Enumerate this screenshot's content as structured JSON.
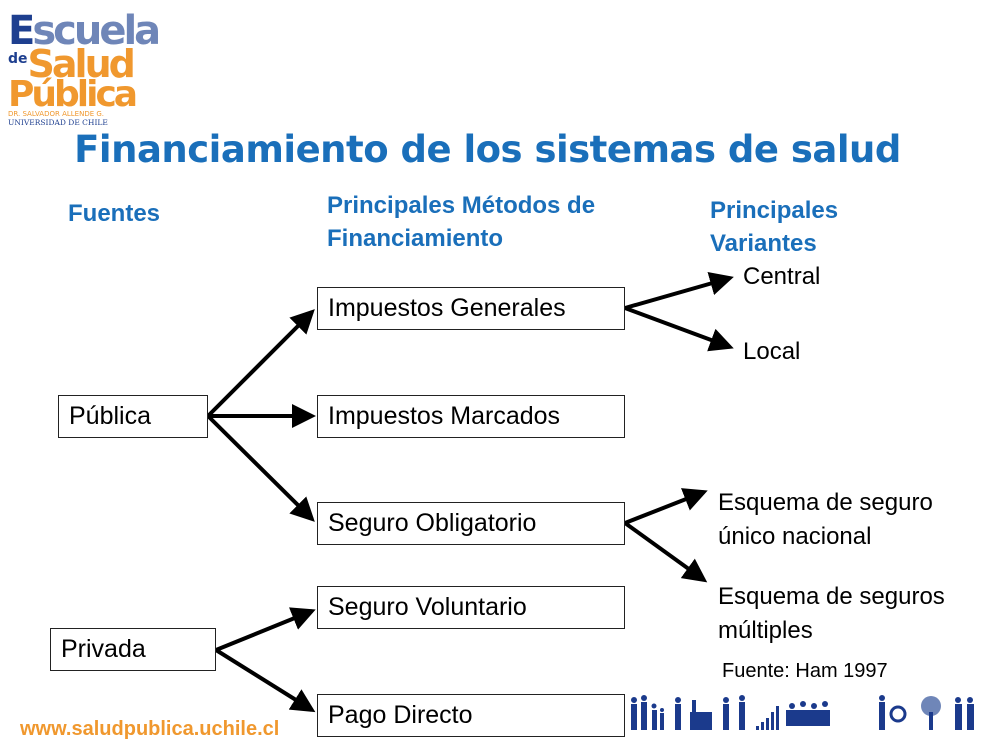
{
  "logo": {
    "line1a": "E",
    "line1b": "scuela",
    "line2a": "de",
    "line2b": "Salud",
    "line3": "Pública",
    "line4": "DR. SALVADOR ALLENDE G.",
    "line5": "UNIVERSIDAD DE CHILE"
  },
  "title": "Financiamiento de los sistemas de salud",
  "headers": {
    "sources": "Fuentes",
    "methods_line1": "Principales Métodos de",
    "methods_line2": "Financiamiento",
    "variants_line1": "Principales",
    "variants_line2": "Variantes"
  },
  "sources": [
    "Pública",
    "Privada"
  ],
  "methods": [
    "Impuestos Generales",
    "Impuestos Marcados",
    "Seguro Obligatorio",
    "Seguro Voluntario",
    "Pago Directo"
  ],
  "variants": {
    "central": "Central",
    "local": "Local",
    "single_line1": "Esquema de seguro",
    "single_line2": "único nacional",
    "multi_line1": "Esquema de seguros",
    "multi_line2": "múltiples"
  },
  "citation": "Fuente: Ham 1997",
  "footer": {
    "url": "www.saludpublica.uchile.cl"
  },
  "colors": {
    "heading": "#1a6fba",
    "logo_blue": "#1e3f8f",
    "logo_orange": "#f0982e",
    "icon_blue": "#1b3a8c"
  }
}
